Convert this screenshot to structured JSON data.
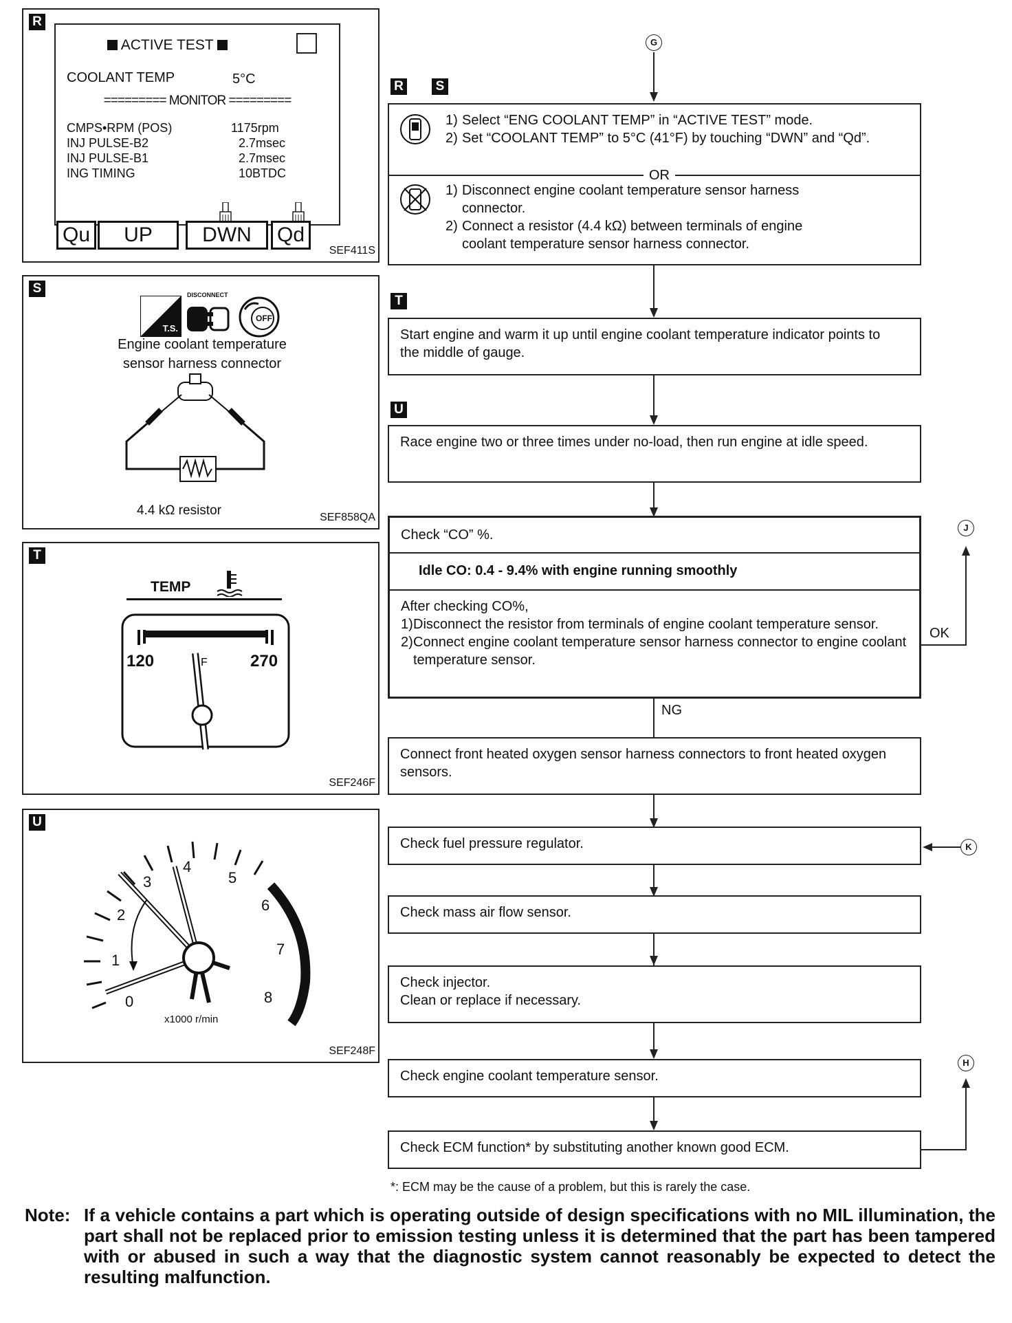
{
  "labels": {
    "R": "R",
    "S": "S",
    "T": "T",
    "U": "U",
    "G": "G",
    "J": "J",
    "K": "K",
    "H": "H"
  },
  "panel_r": {
    "title": "ACTIVE TEST",
    "coolant_label": "COOLANT  TEMP",
    "coolant_value": "5°C",
    "monitor_line": "========= MONITOR =========",
    "rows": [
      {
        "label": "CMPS•RPM (POS)",
        "value": "1175rpm"
      },
      {
        "label": "INJ PULSE-B2",
        "value": "2.7msec"
      },
      {
        "label": "INJ PULSE-B1",
        "value": "2.7msec"
      },
      {
        "label": "ING TIMING",
        "value": "10BTDC"
      }
    ],
    "buttons": [
      "Qu",
      "UP",
      "DWN",
      "Qd"
    ],
    "code": "SEF411S"
  },
  "panel_s": {
    "disconnect": "DISCONNECT",
    "ts": "T.S.",
    "off": "OFF",
    "caption_line1": "Engine  coolant  temperature",
    "caption_line2": "sensor  harness  connector",
    "resistor": "4.4  kΩ   resistor",
    "code": "SEF858QA"
  },
  "panel_t": {
    "temp": "TEMP",
    "low": "120",
    "high": "270",
    "code": "SEF246F"
  },
  "panel_u": {
    "ticks": [
      "0",
      "1",
      "2",
      "3",
      "4",
      "5",
      "6",
      "7",
      "8"
    ],
    "unit": "x1000 r/min",
    "code": "SEF248F"
  },
  "flow": {
    "rs_box": {
      "a1_num": "1)",
      "a1": "Select “ENG COOLANT TEMP” in “ACTIVE TEST” mode.",
      "a2_num": "2)",
      "a2": "Set “COOLANT TEMP” to 5°C (41°F) by touching “DWN” and “Qd”.",
      "or": "OR",
      "b1_num": "1)",
      "b1": "Disconnect engine coolant temperature sensor harness connector.",
      "b2_num": "2)",
      "b2": "Connect a resistor (4.4 kΩ) between terminals of engine coolant temperature sensor harness connector."
    },
    "t_box": "Start engine and warm it up until engine coolant temperature indicator points to the middle of gauge.",
    "u_box": "Race engine two or three times under no-load, then run engine at idle speed.",
    "co_box": {
      "title": "Check “CO” %.",
      "spec": "Idle CO: 0.4 - 9.4% with engine running smoothly",
      "after": "After checking CO%,",
      "s1_num": "1)",
      "s1": "Disconnect the resistor from terminals of engine coolant temperature sensor.",
      "s2_num": "2)",
      "s2": "Connect engine coolant temperature sensor harness connector to engine coolant temperature sensor."
    },
    "ok": "OK",
    "ng": "NG",
    "o2_box": "Connect front heated oxygen sensor harness connectors to front heated oxygen sensors.",
    "fuel_box": "Check fuel pressure regulator.",
    "maf_box": "Check mass air flow sensor.",
    "inj_box_l1": "Check injector.",
    "inj_box_l2": "Clean or replace if necessary.",
    "ect_box": "Check engine coolant temperature sensor.",
    "ecm_box": "Check ECM function* by substituting another known good ECM.",
    "footnote": "*: ECM may be the cause of a problem, but this is rarely the case."
  },
  "note": {
    "label": "Note:",
    "text": "If a vehicle contains a part which is operating outside of design specifications with no MIL illumination, the part shall not be replaced prior to emission testing unless it is determined that the part has been tampered with or abused in such a way that the diagnostic system cannot reasonably be expected to detect the resulting malfunction."
  }
}
